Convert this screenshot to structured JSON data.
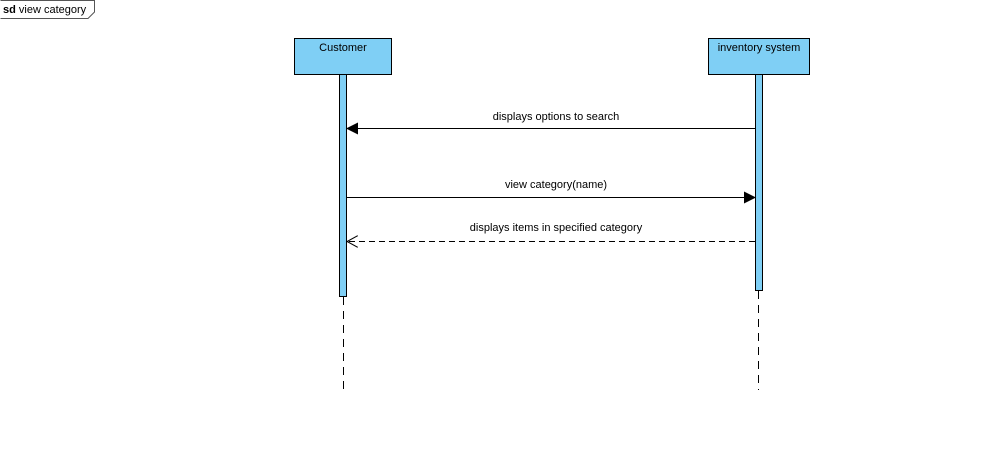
{
  "frame": {
    "keyword": "sd",
    "name": "view category"
  },
  "lifelines": [
    {
      "id": "customer",
      "name": "Customer"
    },
    {
      "id": "inventory",
      "name": "inventory system"
    }
  ],
  "messages": [
    {
      "id": "msg-1",
      "label": "displays options to search",
      "from": "inventory",
      "to": "customer",
      "kind": "sync"
    },
    {
      "id": "msg-2",
      "label": "view category(name)",
      "from": "customer",
      "to": "inventory",
      "kind": "sync"
    },
    {
      "id": "msg-3",
      "label": "displays items in specified category",
      "from": "inventory",
      "to": "customer",
      "kind": "return"
    }
  ],
  "colors": {
    "lifeline_fill": "#7fcff5",
    "stroke": "#000000",
    "frame_stroke": "#555555"
  }
}
